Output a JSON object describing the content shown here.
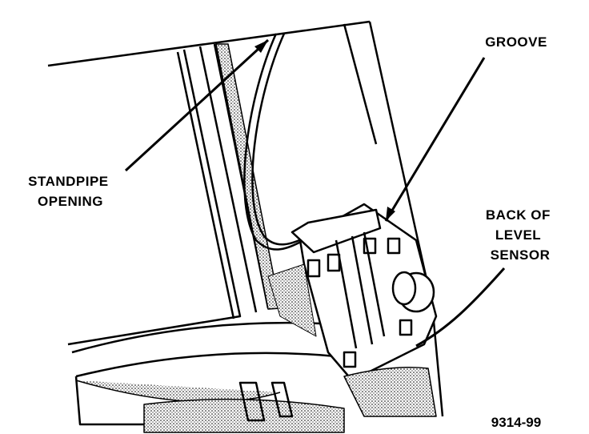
{
  "labels": {
    "standpipe_opening": [
      "STANDPIPE",
      "OPENING"
    ],
    "groove": "GROOVE",
    "back_of_level_sensor": [
      "BACK OF",
      "LEVEL",
      "SENSOR"
    ]
  },
  "figure_id": "9314-99"
}
